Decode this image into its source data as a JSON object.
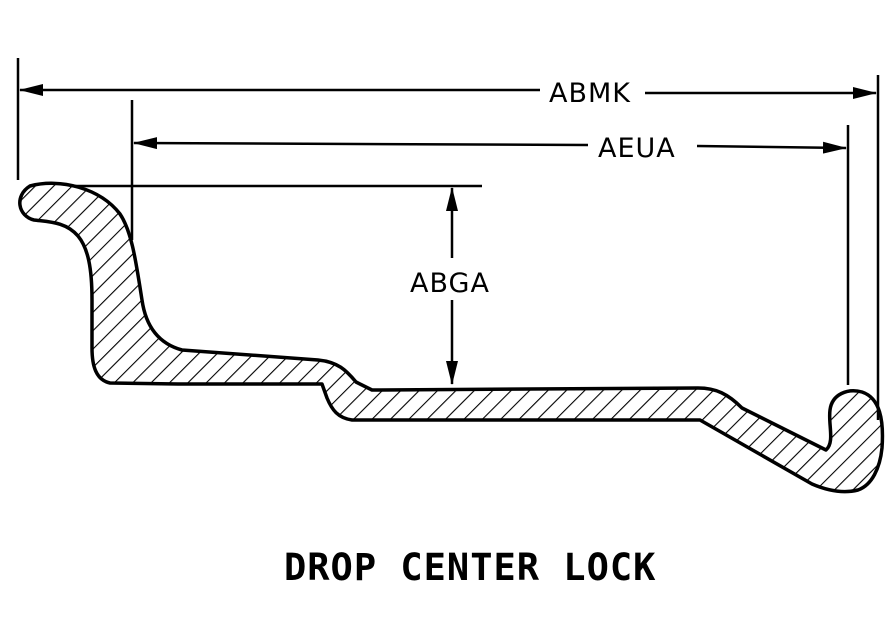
{
  "diagram": {
    "caption": "DROP CENTER LOCK",
    "dimensions": {
      "overall_width": "ABMK",
      "bead_seat_width": "AEUA",
      "flange_height": "ABGA"
    },
    "line_color": "#000000",
    "background_color": "#ffffff"
  }
}
